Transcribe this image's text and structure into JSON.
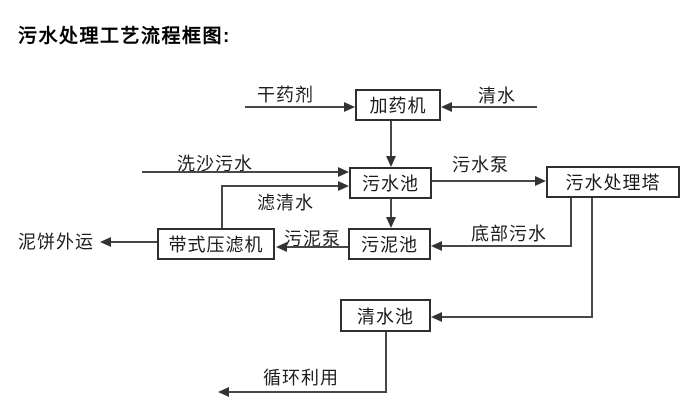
{
  "title": "污水处理工艺流程框图:",
  "diagram_type": "flowchart",
  "line_color": "#474747",
  "box_border_color": "#2f2f2f",
  "background_color": "#ffffff",
  "nodes": {
    "dosing_machine": "加药机",
    "sewage_pool": "污水池",
    "treatment_tower": "污水处理塔",
    "sludge_pool": "污泥池",
    "belt_filter_press": "带式压滤机",
    "clear_water_pool": "清水池"
  },
  "edge_labels": {
    "dry_agent": "干药剂",
    "clear_water": "清水",
    "sand_washing_sewage": "洗沙污水",
    "filtered_water": "滤清水",
    "sewage_pump": "污水泵",
    "bottom_sewage": "底部污水",
    "sludge_pump": "污泥泵",
    "mud_cake_out": "泥饼外运",
    "recycle": "循环利用"
  },
  "edges": [
    {
      "from": "dry_agent_source",
      "to": "dosing_machine",
      "label": "干药剂"
    },
    {
      "from": "clear_water_source",
      "to": "dosing_machine",
      "label": "清水"
    },
    {
      "from": "dosing_machine",
      "to": "sewage_pool",
      "label": ""
    },
    {
      "from": "sand_washing_source",
      "to": "sewage_pool",
      "label": "洗沙污水"
    },
    {
      "from": "belt_filter_press",
      "to": "sewage_pool",
      "label": "滤清水"
    },
    {
      "from": "sewage_pool",
      "to": "treatment_tower",
      "label": "污水泵"
    },
    {
      "from": "sewage_pool",
      "to": "sludge_pool",
      "label": ""
    },
    {
      "from": "treatment_tower",
      "to": "sludge_pool",
      "label": "底部污水"
    },
    {
      "from": "sludge_pool",
      "to": "belt_filter_press",
      "label": "污泥泵"
    },
    {
      "from": "belt_filter_press",
      "to": "mud_cake_out",
      "label": "泥饼外运"
    },
    {
      "from": "treatment_tower",
      "to": "clear_water_pool",
      "label": ""
    },
    {
      "from": "clear_water_pool",
      "to": "recycle_out",
      "label": "循环利用"
    }
  ]
}
